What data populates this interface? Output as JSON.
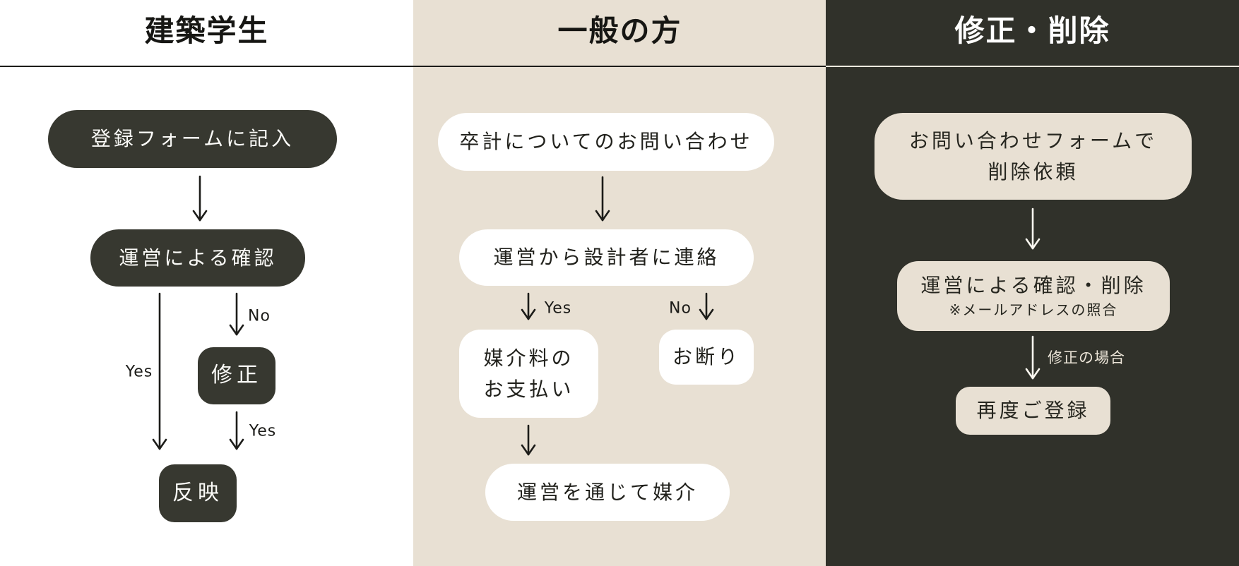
{
  "colors": {
    "light_column_bg": "#ffffff",
    "beige_column_bg": "#e8e0d3",
    "dark_column_bg": "#30312a",
    "dark_node_bg": "#373830",
    "white_node_bg": "#ffffff",
    "beige_node_bg": "#e8e0d3",
    "ink": "#1c1c19",
    "light_ink": "#ffffff"
  },
  "columns": {
    "students": {
      "title": "建築学生",
      "nodes": {
        "register": "登録フォームに記入",
        "check": "運営による確認",
        "fix": "修正",
        "publish": "反映"
      },
      "labels": {
        "yes_main": "Yes",
        "no_fix": "No",
        "yes_fix": "Yes"
      }
    },
    "general": {
      "title": "一般の方",
      "nodes": {
        "inquiry": "卒計についてのお問い合わせ",
        "contact": "運営から設計者に連絡",
        "fee_line1": "媒介料の",
        "fee_line2": "お支払い",
        "decline": "お断り",
        "mediate": "運営を通じて媒介"
      },
      "labels": {
        "yes": "Yes",
        "no": "No"
      }
    },
    "revision": {
      "title": "修正・削除",
      "nodes": {
        "request_line1": "お問い合わせフォームで",
        "request_line2": "削除依頼",
        "verify_line1": "運営による確認・削除",
        "verify_line2": "※メールアドレスの照合",
        "reregister": "再度ご登録"
      },
      "labels": {
        "correction_case": "修正の場合"
      }
    }
  }
}
